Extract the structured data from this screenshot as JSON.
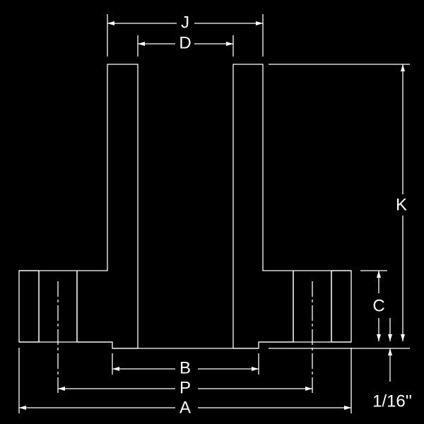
{
  "labels": {
    "J": "J",
    "D": "D",
    "K": "K",
    "C": "C",
    "B": "B",
    "P": "P",
    "A": "A",
    "raised_face": "1/16''"
  },
  "colors": {
    "background": "#000000",
    "line": "#ffffff"
  }
}
